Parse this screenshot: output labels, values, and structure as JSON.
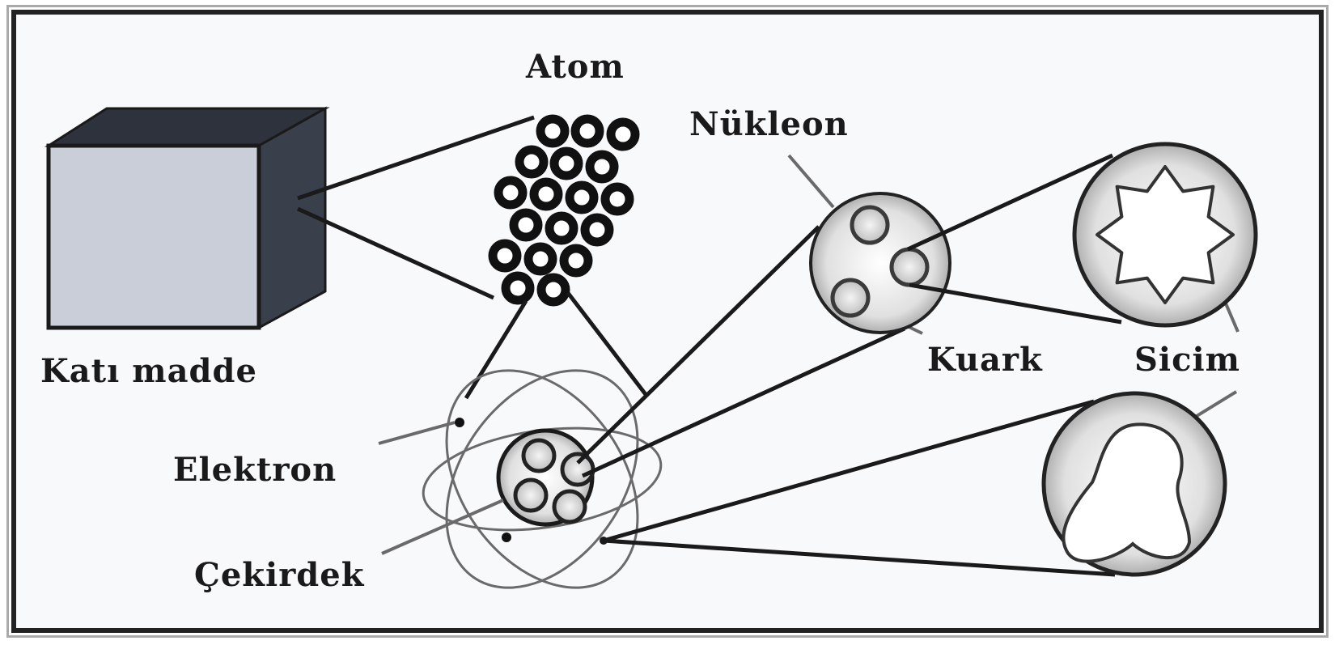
{
  "labels": {
    "solid": "Katı madde",
    "atom": "Atom",
    "nucleon": "Nükleon",
    "quark": "Kuark",
    "string": "Sicim",
    "electron": "Elektron",
    "nucleus": "Çekirdek"
  },
  "colors": {
    "frame": "#222222",
    "cube_front": "#c9ced8",
    "cube_side": "#3a3f4c",
    "line": "#1a1a1a",
    "sphere": "#d5d5d5"
  }
}
